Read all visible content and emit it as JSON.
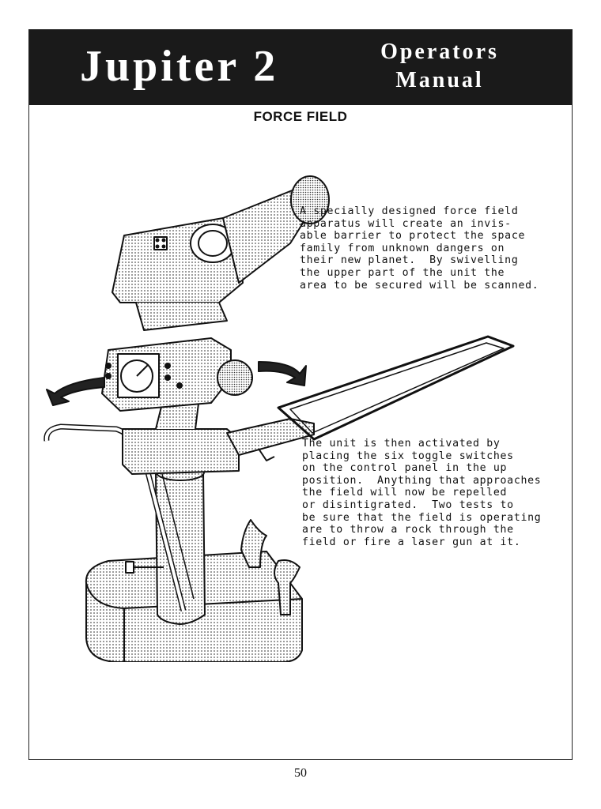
{
  "header": {
    "title": "Jupiter 2",
    "subtitle_line1": "Operators",
    "subtitle_line2": "Manual"
  },
  "section": {
    "title": "FORCE FIELD"
  },
  "description": {
    "paragraph1": "A specially designed force field\napparatus will create an invis-\nable barrier to protect the space\nfamily from unknown dangers on\ntheir new planet.  By swivelling\nthe upper part of the unit the\narea to be secured will be scanned.",
    "paragraph2": "The unit is then activated by\nplacing the six toggle switches\non the control panel in the up\nposition.  Anything that approaches\nthe field will now be repelled\nor disintigrated.  Two tests to\nbe sure that the field is operating\nare to throw a rock through the\nfield or fire a laser gun at it."
  },
  "footer": {
    "page_number": "50"
  }
}
